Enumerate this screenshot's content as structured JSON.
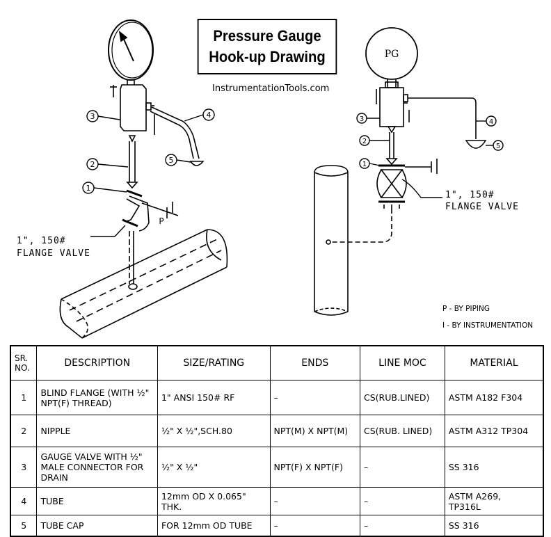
{
  "title": {
    "line1": "Pressure Gauge",
    "line2": "Hook-up Drawing"
  },
  "website": "InstrumentationTools.com",
  "left_view": {
    "callouts": [
      "1",
      "2",
      "3",
      "4",
      "5"
    ],
    "piping_marker": "P",
    "valve_label_line1": "1\", 150#",
    "valve_label_line2": "FLANGE VALVE"
  },
  "right_view": {
    "gauge_label": "PG",
    "callouts": [
      "1",
      "2",
      "3",
      "4",
      "5"
    ],
    "valve_label_line1": "1\", 150#",
    "valve_label_line2": "FLANGE VALVE"
  },
  "legend": [
    "P - BY PIPING",
    "I - BY INSTRUMENTATION"
  ],
  "table": {
    "headers": [
      "SR.\nNO.",
      "DESCRIPTION",
      "SIZE/RATING",
      "ENDS",
      "LINE MOC",
      "MATERIAL"
    ],
    "rows": [
      [
        "1",
        "BLIND FLANGE (WITH ½\"\nNPT(F) THREAD)",
        "1\" ANSI 150# RF",
        "–",
        "CS(RUB.LINED)",
        "ASTM A182 F304"
      ],
      [
        "2",
        "NIPPLE",
        "½\" X ½\",SCH.80",
        "NPT(M) X NPT(M)",
        "CS(RUB. LINED)",
        "ASTM A312 TP304"
      ],
      [
        "3",
        "GAUGE VALVE WITH ½\"\nMALE CONNECTOR FOR\nDRAIN",
        "½\" X ½\"",
        "NPT(F) X NPT(F)",
        "–",
        "SS 316"
      ],
      [
        "4",
        "TUBE",
        "12mm OD X 0.065\"\nTHK.",
        "–",
        "–",
        "ASTM A269,\nTP316L"
      ],
      [
        "5",
        "TUBE CAP",
        "FOR 12mm OD TUBE",
        "–",
        "–",
        "SS 316"
      ]
    ]
  }
}
